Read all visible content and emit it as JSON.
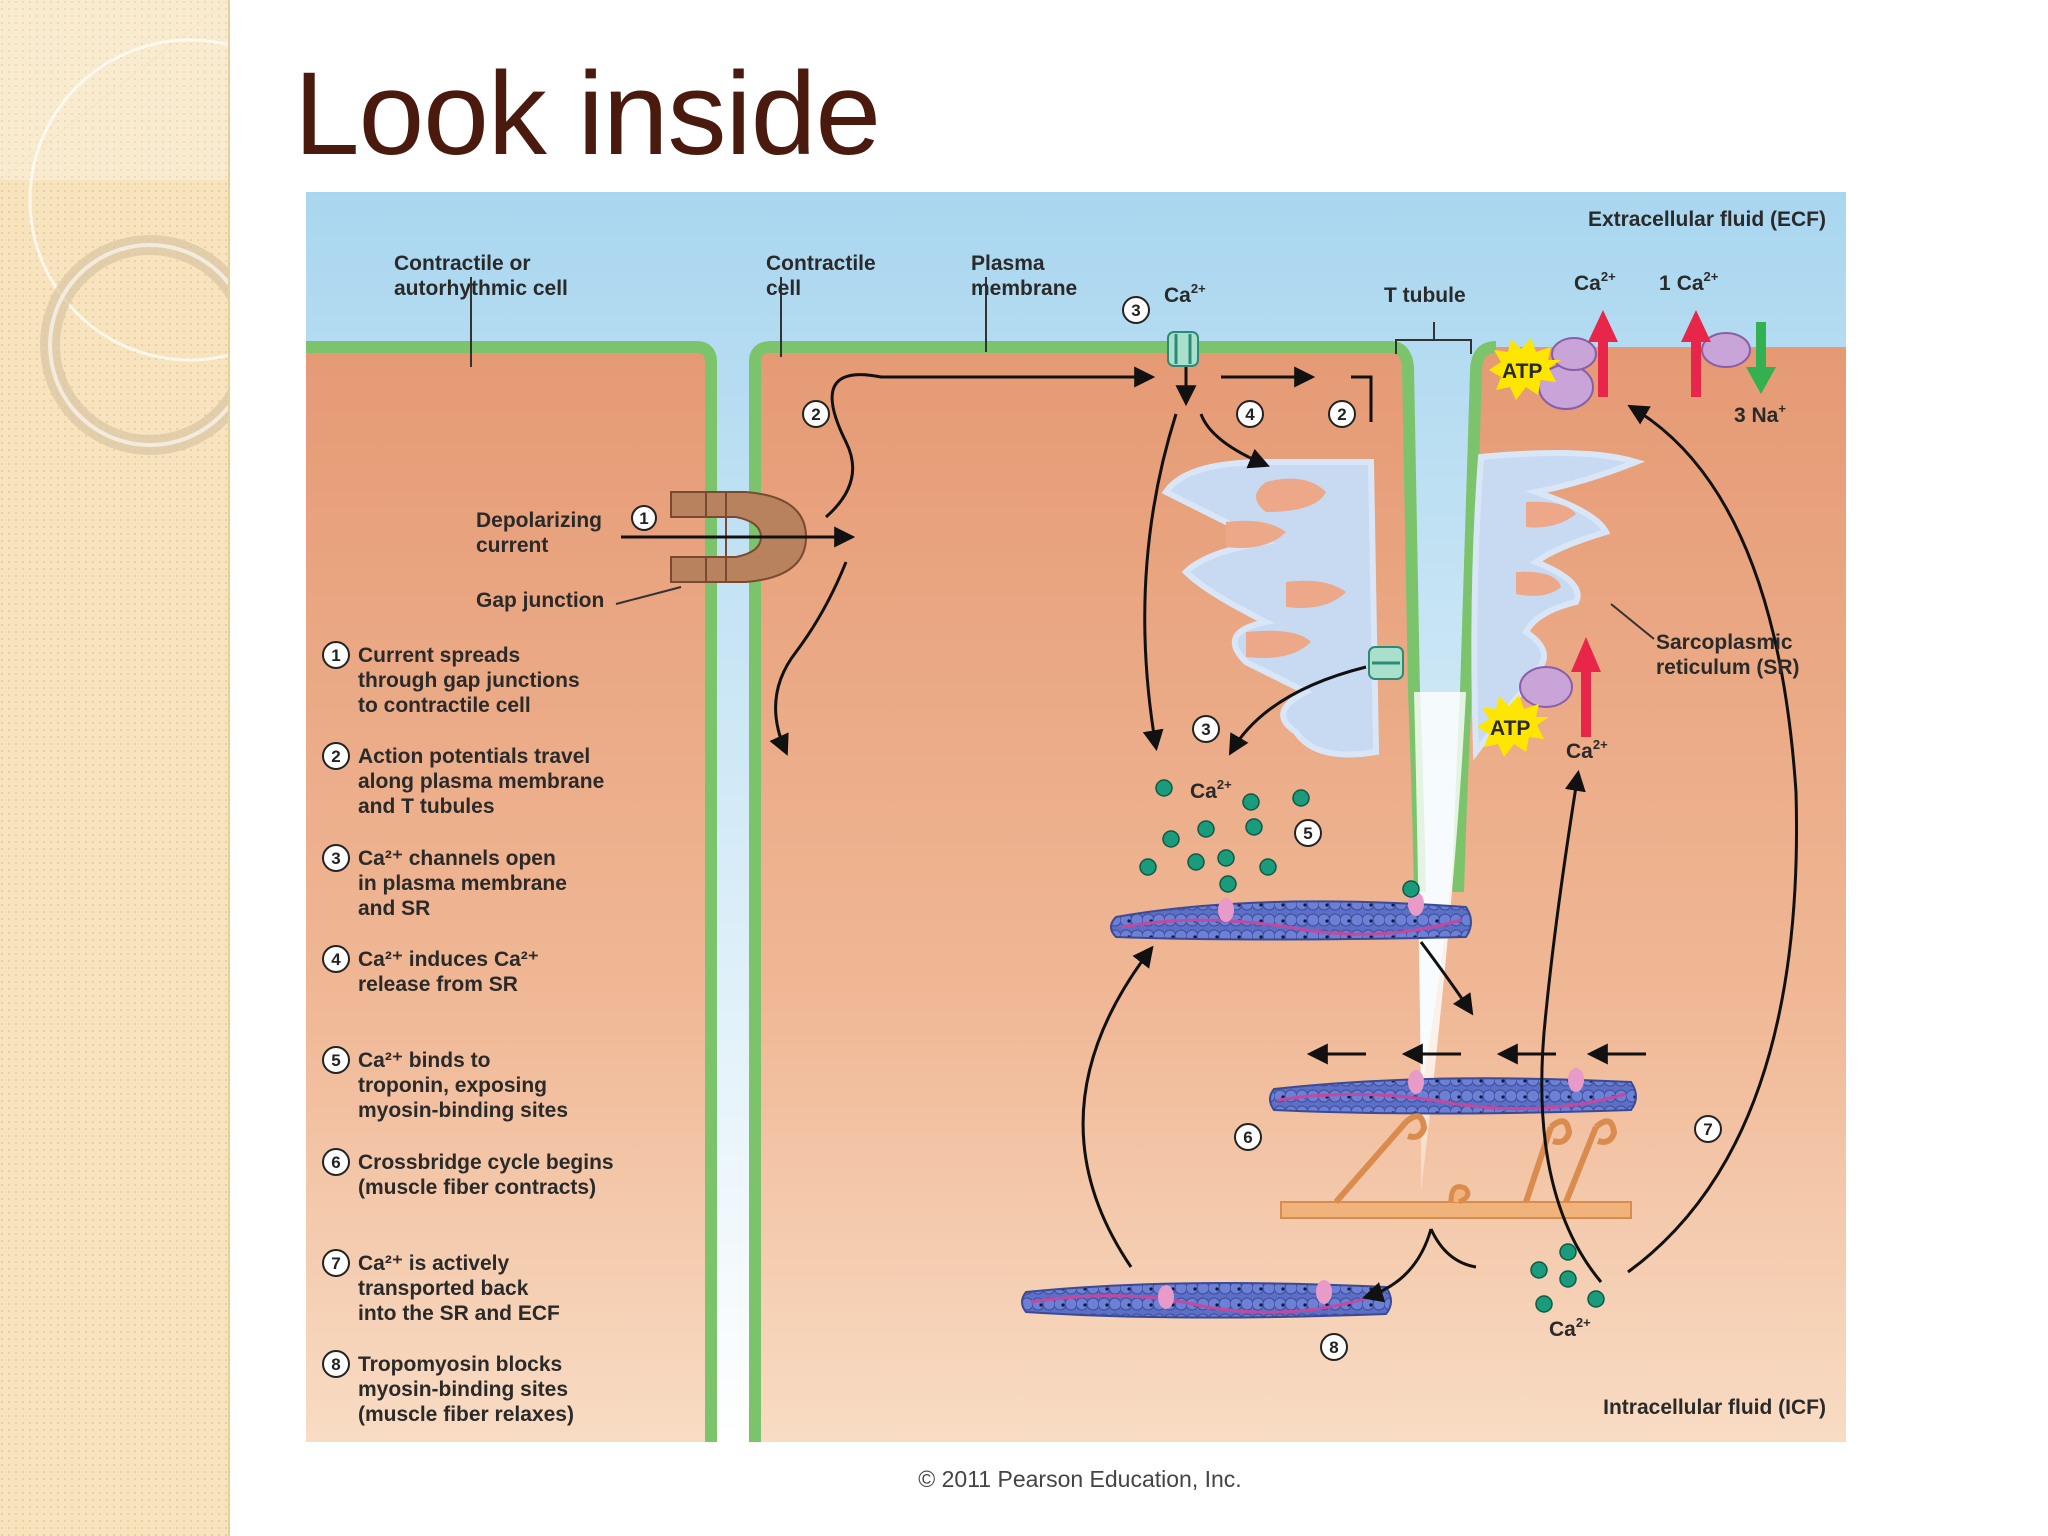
{
  "slide": {
    "title": "Look inside",
    "copyright": "© 2011 Pearson Education, Inc."
  },
  "colors": {
    "title": "#4a1a0f",
    "cell": "#e8a27c",
    "ecf": "#bcdff0",
    "membrane": "#7cc46c",
    "sr": "#c7daf2",
    "calcium": "#1a9c7c",
    "atp": "#ffe600",
    "arrow_red": "#e8264a"
  },
  "labels": {
    "ecf": "Extracellular fluid (ECF)",
    "icf": "Intracellular fluid (ICF)",
    "contractile_or_autorhythmic": [
      "Contractile or",
      "autorhythmic cell"
    ],
    "contractile_cell": [
      "Contractile",
      "cell"
    ],
    "plasma_membrane": [
      "Plasma",
      "membrane"
    ],
    "t_tubule": "T tubule",
    "depolarizing_current": [
      "Depolarizing",
      "current"
    ],
    "gap_junction": "Gap junction",
    "sarcoplasmic_reticulum": [
      "Sarcoplasmic",
      "reticulum (SR)"
    ],
    "atp": "ATP",
    "ca": "Ca",
    "ca_charge": "2+",
    "one": "1",
    "three_na": "3 Na",
    "na_charge": "+"
  },
  "steps": [
    {
      "num": "1",
      "lines": [
        "Current spreads",
        "through gap junctions",
        "to contractile cell"
      ]
    },
    {
      "num": "2",
      "lines": [
        "Action potentials travel",
        "along plasma membrane",
        "and T tubules"
      ]
    },
    {
      "num": "3",
      "lines": [
        "Ca²⁺ channels open",
        "in plasma membrane",
        "and SR"
      ]
    },
    {
      "num": "4",
      "lines": [
        "Ca²⁺ induces Ca²⁺",
        "release from SR"
      ]
    },
    {
      "num": "5",
      "lines": [
        "Ca²⁺ binds to",
        "troponin, exposing",
        "myosin-binding sites"
      ]
    },
    {
      "num": "6",
      "lines": [
        "Crossbridge cycle begins",
        "(muscle fiber contracts)"
      ]
    },
    {
      "num": "7",
      "lines": [
        "Ca²⁺ is actively",
        "transported back",
        "into the SR and ECF"
      ]
    },
    {
      "num": "8",
      "lines": [
        "Tropomyosin blocks",
        "myosin-binding sites",
        "(muscle fiber relaxes)"
      ]
    }
  ]
}
